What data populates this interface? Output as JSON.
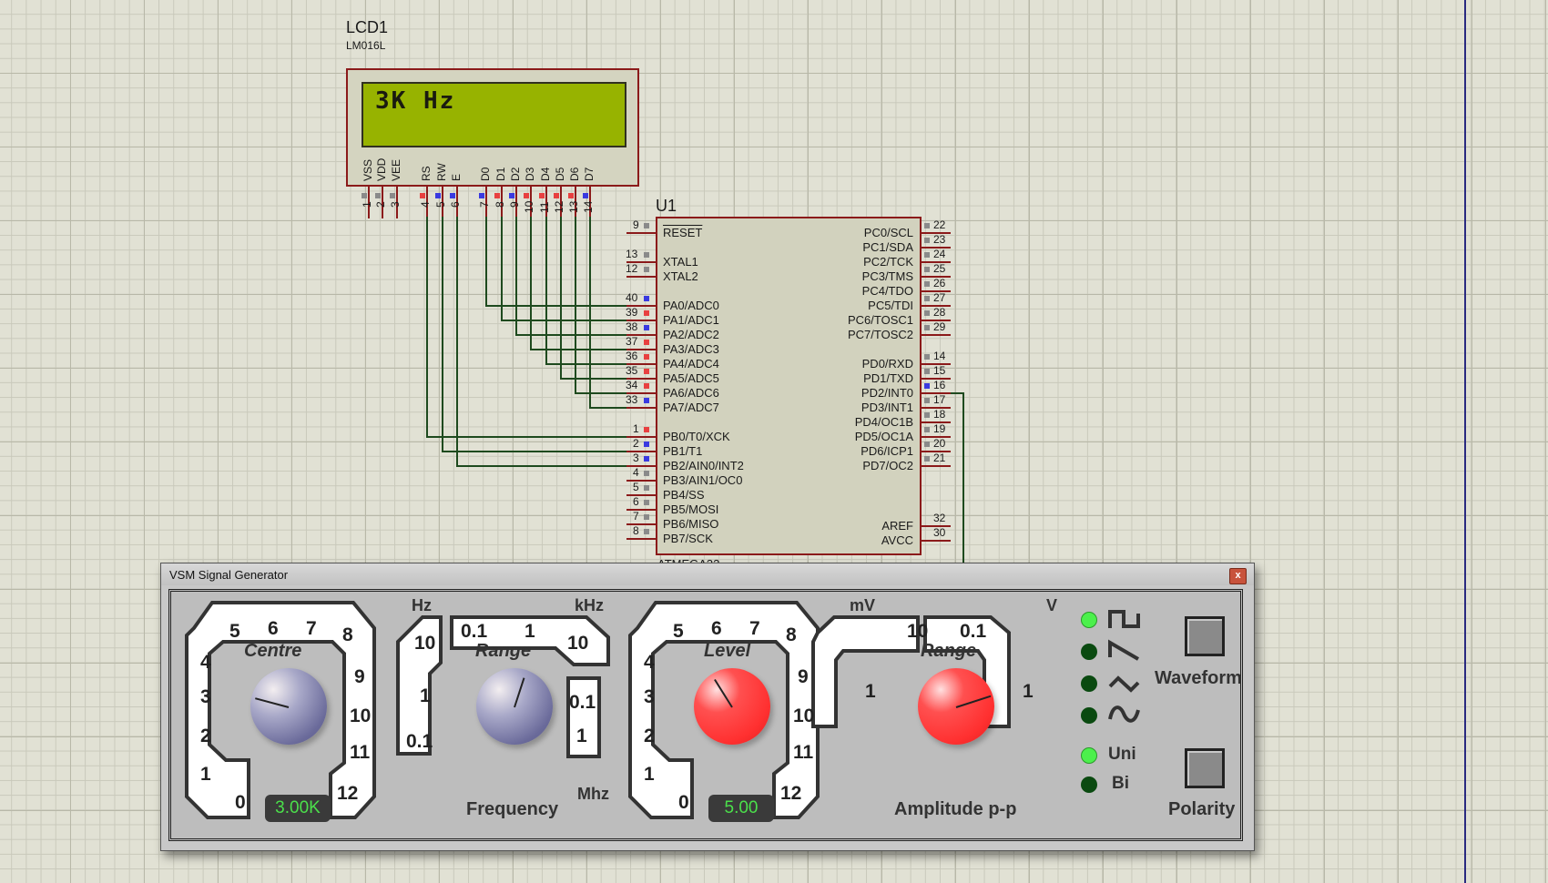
{
  "lcd": {
    "ref": "LCD1",
    "model": "LM016L",
    "display_line1": "3K Hz",
    "pin_labels": [
      "VSS",
      "VDD",
      "VEE",
      "RS",
      "RW",
      "E",
      "D0",
      "D1",
      "D2",
      "D3",
      "D4",
      "D5",
      "D6",
      "D7"
    ],
    "pins": [
      {
        "num": "1",
        "state": "grey"
      },
      {
        "num": "2",
        "state": "grey"
      },
      {
        "num": "3",
        "state": "grey"
      },
      {
        "num": "4",
        "state": "red"
      },
      {
        "num": "5",
        "state": "blue"
      },
      {
        "num": "6",
        "state": "blue"
      },
      {
        "num": "7",
        "state": "blue"
      },
      {
        "num": "8",
        "state": "red"
      },
      {
        "num": "9",
        "state": "blue"
      },
      {
        "num": "10",
        "state": "red"
      },
      {
        "num": "11",
        "state": "red"
      },
      {
        "num": "12",
        "state": "red"
      },
      {
        "num": "13",
        "state": "red"
      },
      {
        "num": "14",
        "state": "blue"
      }
    ]
  },
  "mcu": {
    "ref": "U1",
    "part": "ATMEGA32",
    "left_pins": [
      {
        "num": "9",
        "name": "RESET",
        "state": "grey"
      },
      {
        "num": "13",
        "name": "XTAL1",
        "state": "grey"
      },
      {
        "num": "12",
        "name": "XTAL2",
        "state": "grey"
      },
      {
        "num": "40",
        "name": "PA0/ADC0",
        "state": "blue"
      },
      {
        "num": "39",
        "name": "PA1/ADC1",
        "state": "red"
      },
      {
        "num": "38",
        "name": "PA2/ADC2",
        "state": "blue"
      },
      {
        "num": "37",
        "name": "PA3/ADC3",
        "state": "red"
      },
      {
        "num": "36",
        "name": "PA4/ADC4",
        "state": "red"
      },
      {
        "num": "35",
        "name": "PA5/ADC5",
        "state": "red"
      },
      {
        "num": "34",
        "name": "PA6/ADC6",
        "state": "red"
      },
      {
        "num": "33",
        "name": "PA7/ADC7",
        "state": "blue"
      },
      {
        "num": "1",
        "name": "PB0/T0/XCK",
        "state": "red"
      },
      {
        "num": "2",
        "name": "PB1/T1",
        "state": "blue"
      },
      {
        "num": "3",
        "name": "PB2/AIN0/INT2",
        "state": "blue"
      },
      {
        "num": "4",
        "name": "PB3/AIN1/OC0",
        "state": "grey"
      },
      {
        "num": "5",
        "name": "PB4/SS",
        "state": "grey"
      },
      {
        "num": "6",
        "name": "PB5/MOSI",
        "state": "grey"
      },
      {
        "num": "7",
        "name": "PB6/MISO",
        "state": "grey"
      },
      {
        "num": "8",
        "name": "PB7/SCK",
        "state": "grey"
      }
    ],
    "right_pins": [
      {
        "num": "22",
        "name": "PC0/SCL",
        "state": "grey"
      },
      {
        "num": "23",
        "name": "PC1/SDA",
        "state": "grey"
      },
      {
        "num": "24",
        "name": "PC2/TCK",
        "state": "grey"
      },
      {
        "num": "25",
        "name": "PC3/TMS",
        "state": "grey"
      },
      {
        "num": "26",
        "name": "PC4/TDO",
        "state": "grey"
      },
      {
        "num": "27",
        "name": "PC5/TDI",
        "state": "grey"
      },
      {
        "num": "28",
        "name": "PC6/TOSC1",
        "state": "grey"
      },
      {
        "num": "29",
        "name": "PC7/TOSC2",
        "state": "grey"
      },
      {
        "num": "14",
        "name": "PD0/RXD",
        "state": "grey"
      },
      {
        "num": "15",
        "name": "PD1/TXD",
        "state": "grey"
      },
      {
        "num": "16",
        "name": "PD2/INT0",
        "state": "blue"
      },
      {
        "num": "17",
        "name": "PD3/INT1",
        "state": "grey"
      },
      {
        "num": "18",
        "name": "PD4/OC1B",
        "state": "grey"
      },
      {
        "num": "19",
        "name": "PD5/OC1A",
        "state": "grey"
      },
      {
        "num": "20",
        "name": "PD6/ICP1",
        "state": "grey"
      },
      {
        "num": "21",
        "name": "PD7/OC2",
        "state": "grey"
      },
      {
        "num": "32",
        "name": "AREF",
        "state": "none"
      },
      {
        "num": "30",
        "name": "AVCC",
        "state": "none"
      }
    ]
  },
  "colors": {
    "pin_red": "#e84040",
    "pin_blue": "#3a3ae0",
    "pin_grey": "#8a8a8a",
    "wire": "#1e4a1e",
    "outline": "#8b1a1a",
    "led_on": "#4cf04c",
    "led_off": "#0a4a10",
    "readout_text": "#4be04b"
  },
  "dialog": {
    "title": "VSM Signal Generator",
    "close_label": "x",
    "frequency": {
      "section_label": "Frequency",
      "centre_label": "Centre",
      "centre_scale": [
        "0",
        "1",
        "2",
        "3",
        "4",
        "5",
        "6",
        "7",
        "8",
        "9",
        "10",
        "11",
        "12"
      ],
      "centre_readout": "3.00K",
      "range_label": "Range",
      "unit_hz": "Hz",
      "unit_khz": "kHz",
      "unit_mhz": "Mhz",
      "hz_scale": [
        "10",
        "1",
        "0.1"
      ],
      "khz_scale": [
        "0.1",
        "1",
        "10"
      ],
      "mhz_scale": [
        "0.1",
        "1"
      ],
      "range_selected": "1 kHz"
    },
    "amplitude": {
      "section_label": "Amplitude p-p",
      "level_label": "Level",
      "level_scale": [
        "0",
        "1",
        "2",
        "3",
        "4",
        "5",
        "6",
        "7",
        "8",
        "9",
        "10",
        "11",
        "12"
      ],
      "level_readout": "5.00",
      "range_label": "Range",
      "unit_mv": "mV",
      "unit_v": "V",
      "mv_scale": [
        "1",
        "10"
      ],
      "v_scale": [
        "0.1",
        "1"
      ],
      "range_selected": "1 V"
    },
    "waveform": {
      "button_label": "Waveform",
      "options": [
        {
          "icon": "square-wave-icon",
          "active": true
        },
        {
          "icon": "sawtooth-wave-icon",
          "active": false
        },
        {
          "icon": "triangle-wave-icon",
          "active": false
        },
        {
          "icon": "sine-wave-icon",
          "active": false
        }
      ]
    },
    "polarity": {
      "button_label": "Polarity",
      "options": [
        {
          "label": "Uni",
          "active": true
        },
        {
          "label": "Bi",
          "active": false
        }
      ]
    }
  }
}
